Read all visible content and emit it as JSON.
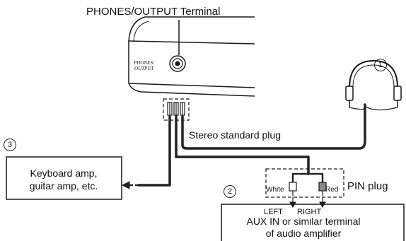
{
  "title": "PHONES/OUTPUT Terminal",
  "panel_label": [
    "PHONES/",
    "OUTPUT"
  ],
  "plugs": {
    "stereo_label": "Stereo standard plug",
    "pin_label": "PIN plug",
    "white_label": "White",
    "red_label": "Red"
  },
  "channels": {
    "left": "LEFT",
    "right": "RIGHT"
  },
  "numbers": {
    "one": "1",
    "two": "2",
    "three": "3"
  },
  "keyboard_amp": {
    "line1": "Keyboard amp,",
    "line2": "guitar amp, etc."
  },
  "aux": {
    "line1": "AUX IN or similar terminal",
    "line2": "of audio amplifier"
  },
  "colors": {
    "line": "#1a1a1a",
    "cable": "#222222",
    "fill_light": "#f0f0f0"
  }
}
